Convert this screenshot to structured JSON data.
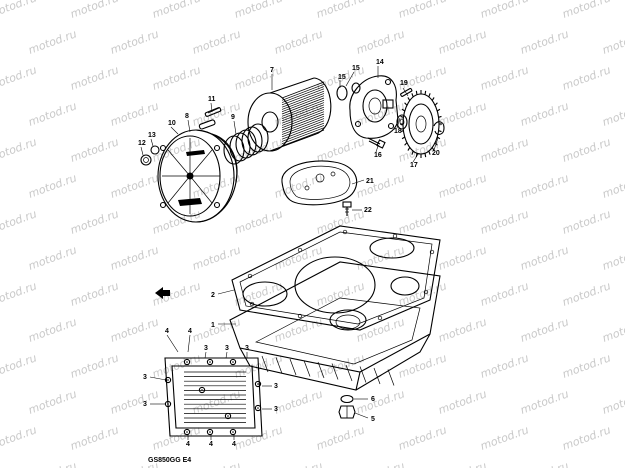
{
  "watermark": "motod.ru",
  "model_code": "GS850GG E4",
  "callouts": {
    "c1": "1",
    "c2": "2",
    "c3": "3",
    "c4": "4",
    "c5": "5",
    "c6": "6",
    "c7": "7",
    "c8": "8",
    "c9": "9",
    "c10": "10",
    "c11": "11",
    "c12": "12",
    "c13": "13",
    "c14": "14",
    "c15": "15",
    "c16": "16",
    "c17": "17",
    "c18": "18",
    "c19": "19",
    "c20": "20",
    "c21": "21",
    "c22": "22"
  }
}
